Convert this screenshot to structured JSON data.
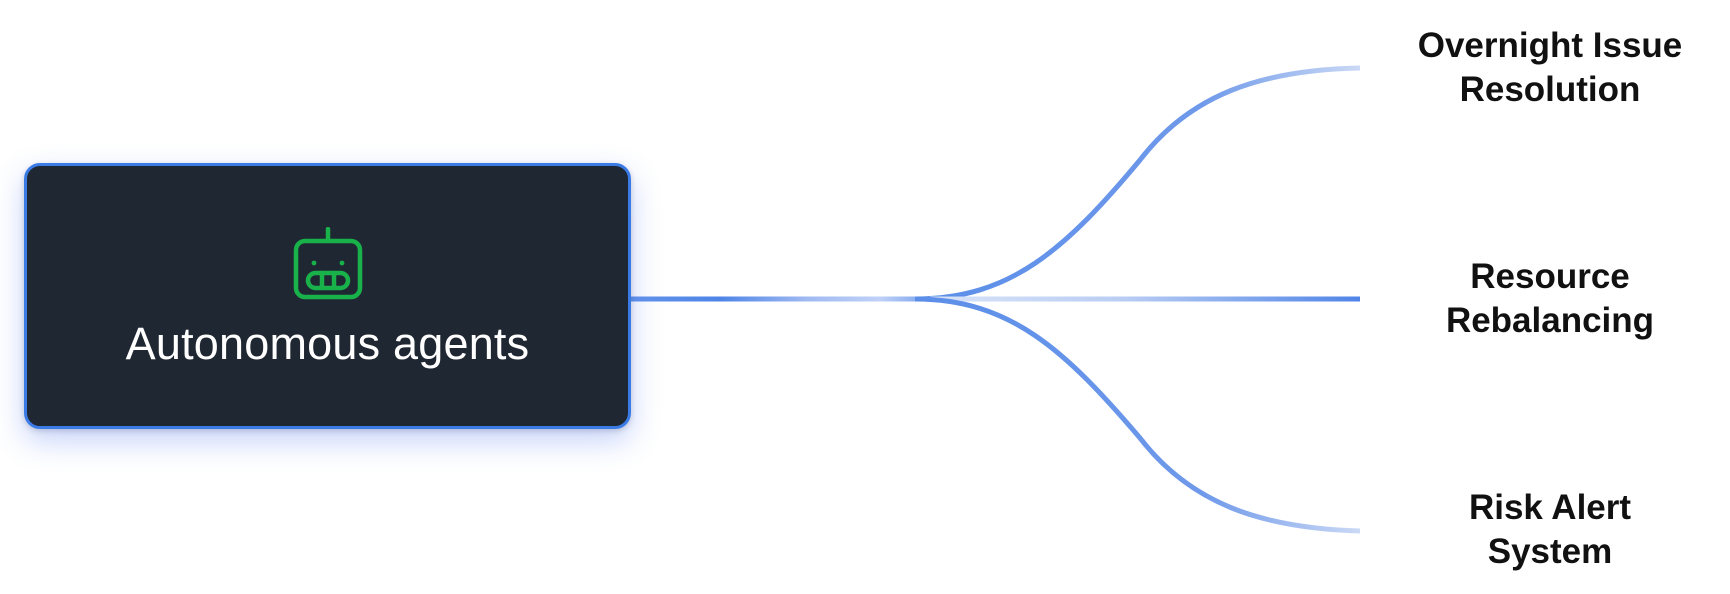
{
  "diagram": {
    "source": {
      "title": "Autonomous agents",
      "icon": "robot-icon"
    },
    "branches": [
      {
        "label": "Overnight Issue\nResolution"
      },
      {
        "label": "Resource\nRebalancing"
      },
      {
        "label": "Risk Alert\nSystem"
      }
    ]
  },
  "colors": {
    "card_background": "#1f2732",
    "card_border": "#3b7be6",
    "icon": "#18b14a",
    "connector": "#5b8ee9",
    "connector_light": "#cad9f5",
    "label_text": "#111111",
    "card_text": "#ffffff"
  }
}
